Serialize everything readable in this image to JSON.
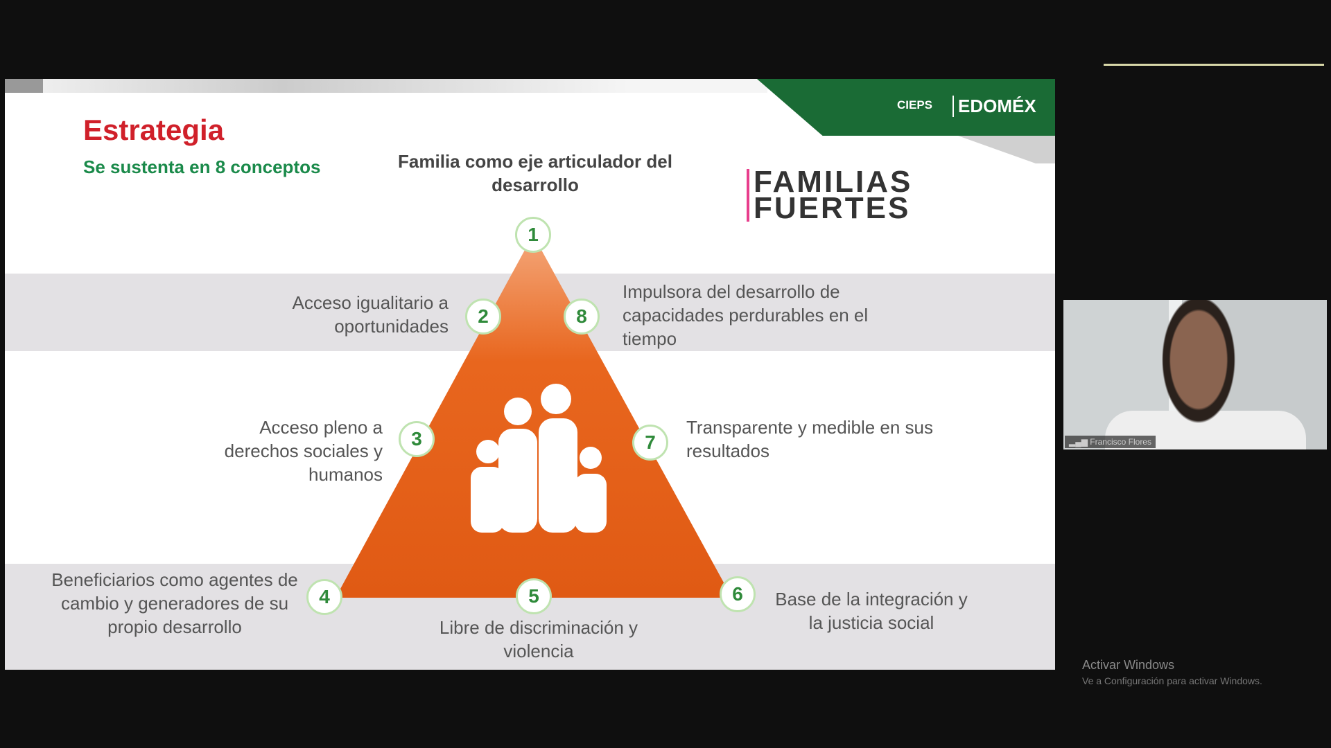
{
  "slide": {
    "title": "Estrategia",
    "subtitle": "Se sustenta en 8 conceptos",
    "logo_left": "CIEPS",
    "logo_right": "EDOMÉX",
    "brand_line1": "FAMILIAS",
    "brand_line2": "FUERTES",
    "concepts": [
      {
        "n": "1",
        "text": "Familia como eje articulador del desarrollo"
      },
      {
        "n": "2",
        "text": "Acceso igualitario a oportunidades"
      },
      {
        "n": "3",
        "text": "Acceso pleno a derechos sociales y humanos"
      },
      {
        "n": "4",
        "text": "Beneficiarios como agentes de cambio y generadores de su propio desarrollo"
      },
      {
        "n": "5",
        "text": "Libre de discriminación y violencia"
      },
      {
        "n": "6",
        "text": "Base de la integración y la justicia social"
      },
      {
        "n": "7",
        "text": "Transparente y medible en sus resultados"
      },
      {
        "n": "8",
        "text": "Impulsora del desarrollo de capacidades perdurables en el tiempo"
      }
    ],
    "colors": {
      "title": "#d0202a",
      "subtitle": "#1a8a4a",
      "triangle": "#e8661e",
      "header": "#1a6b35"
    }
  },
  "participant": {
    "name": "Francisco Flores"
  },
  "watermark": {
    "line1": "Activar Windows",
    "line2": "Ve a Configuración para activar Windows."
  }
}
